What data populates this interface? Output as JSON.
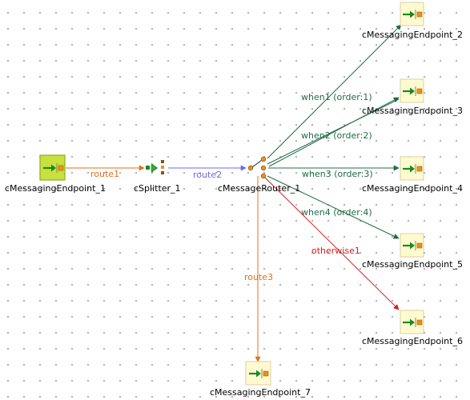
{
  "nodes": {
    "ep1": {
      "label": "cMessagingEndpoint_1",
      "icon": "messaging-endpoint-icon",
      "selected": true
    },
    "splitter": {
      "label": "cSplitter_1",
      "icon": "splitter-icon"
    },
    "router": {
      "label": "cMessageRouter_1",
      "icon": "message-router-icon"
    },
    "ep2": {
      "label": "cMessagingEndpoint_2",
      "icon": "messaging-endpoint-icon"
    },
    "ep3": {
      "label": "cMessagingEndpoint_3",
      "icon": "messaging-endpoint-icon"
    },
    "ep4": {
      "label": "cMessagingEndpoint_4",
      "icon": "messaging-endpoint-icon"
    },
    "ep5": {
      "label": "cMessagingEndpoint_5",
      "icon": "messaging-endpoint-icon"
    },
    "ep6": {
      "label": "cMessagingEndpoint_6",
      "icon": "messaging-endpoint-icon"
    },
    "ep7": {
      "label": "cMessagingEndpoint_7",
      "icon": "messaging-endpoint-icon"
    }
  },
  "connections": {
    "route1": {
      "label": "route1",
      "color": "#e07020"
    },
    "route2": {
      "label": "route2",
      "color": "#6a6ae8"
    },
    "route3": {
      "label": "route3",
      "color": "#e07020"
    },
    "when_to_ep2": {
      "label": "",
      "color": "#1f6b45"
    },
    "when1": {
      "label": "when1 (order:1)",
      "color": "#1f6b45"
    },
    "when2": {
      "label": "when2 (order:2)",
      "color": "#1f6b45"
    },
    "when3": {
      "label": "when3 (order:3)",
      "color": "#1f6b45"
    },
    "when4": {
      "label": "when4 (order:4)",
      "color": "#1f6b45"
    },
    "otherwise1": {
      "label": "otherwise1",
      "color": "#d42020"
    }
  },
  "colors": {
    "icon_bg": "#fffad0",
    "icon_border": "#d8d0a0",
    "selected_bg": "#c8e040",
    "selected_border": "#8ab020",
    "arrow_green": "#1a8a20",
    "square_orange": "#e8901c",
    "port_orange": "#e8901c"
  }
}
